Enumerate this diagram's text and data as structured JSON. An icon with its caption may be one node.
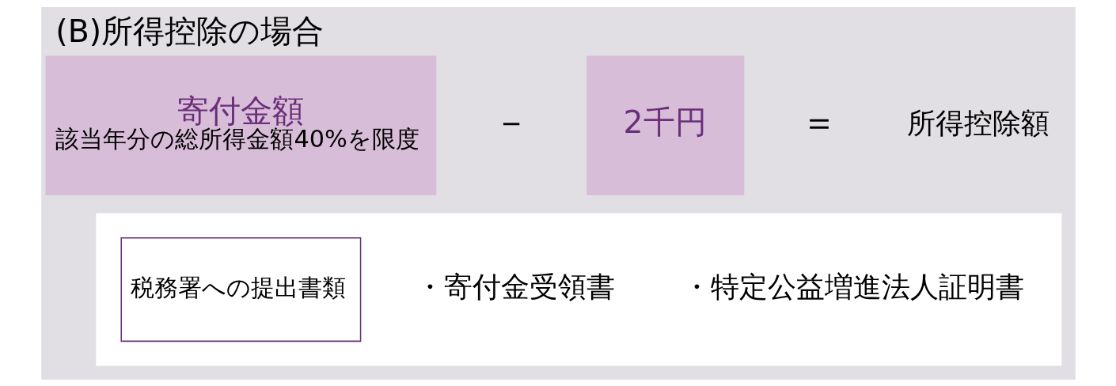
{
  "diagram": {
    "title": "(B)所得控除の場合",
    "nodes": [
      {
        "text": [
          "寄付金額",
          "該当年分の総所得金額40%を限度"
        ]
      },
      {
        "text": [
          "2千円"
        ]
      },
      {
        "text": [],
        "shape": "box"
      },
      {
        "text": [
          "税務署への提出書類"
        ],
        "in": 2
      }
    ],
    "labels": [
      "－",
      "＝",
      "所得控除額",
      "・寄付金受領書",
      "・特定公益増進法人証明書"
    ]
  }
}
